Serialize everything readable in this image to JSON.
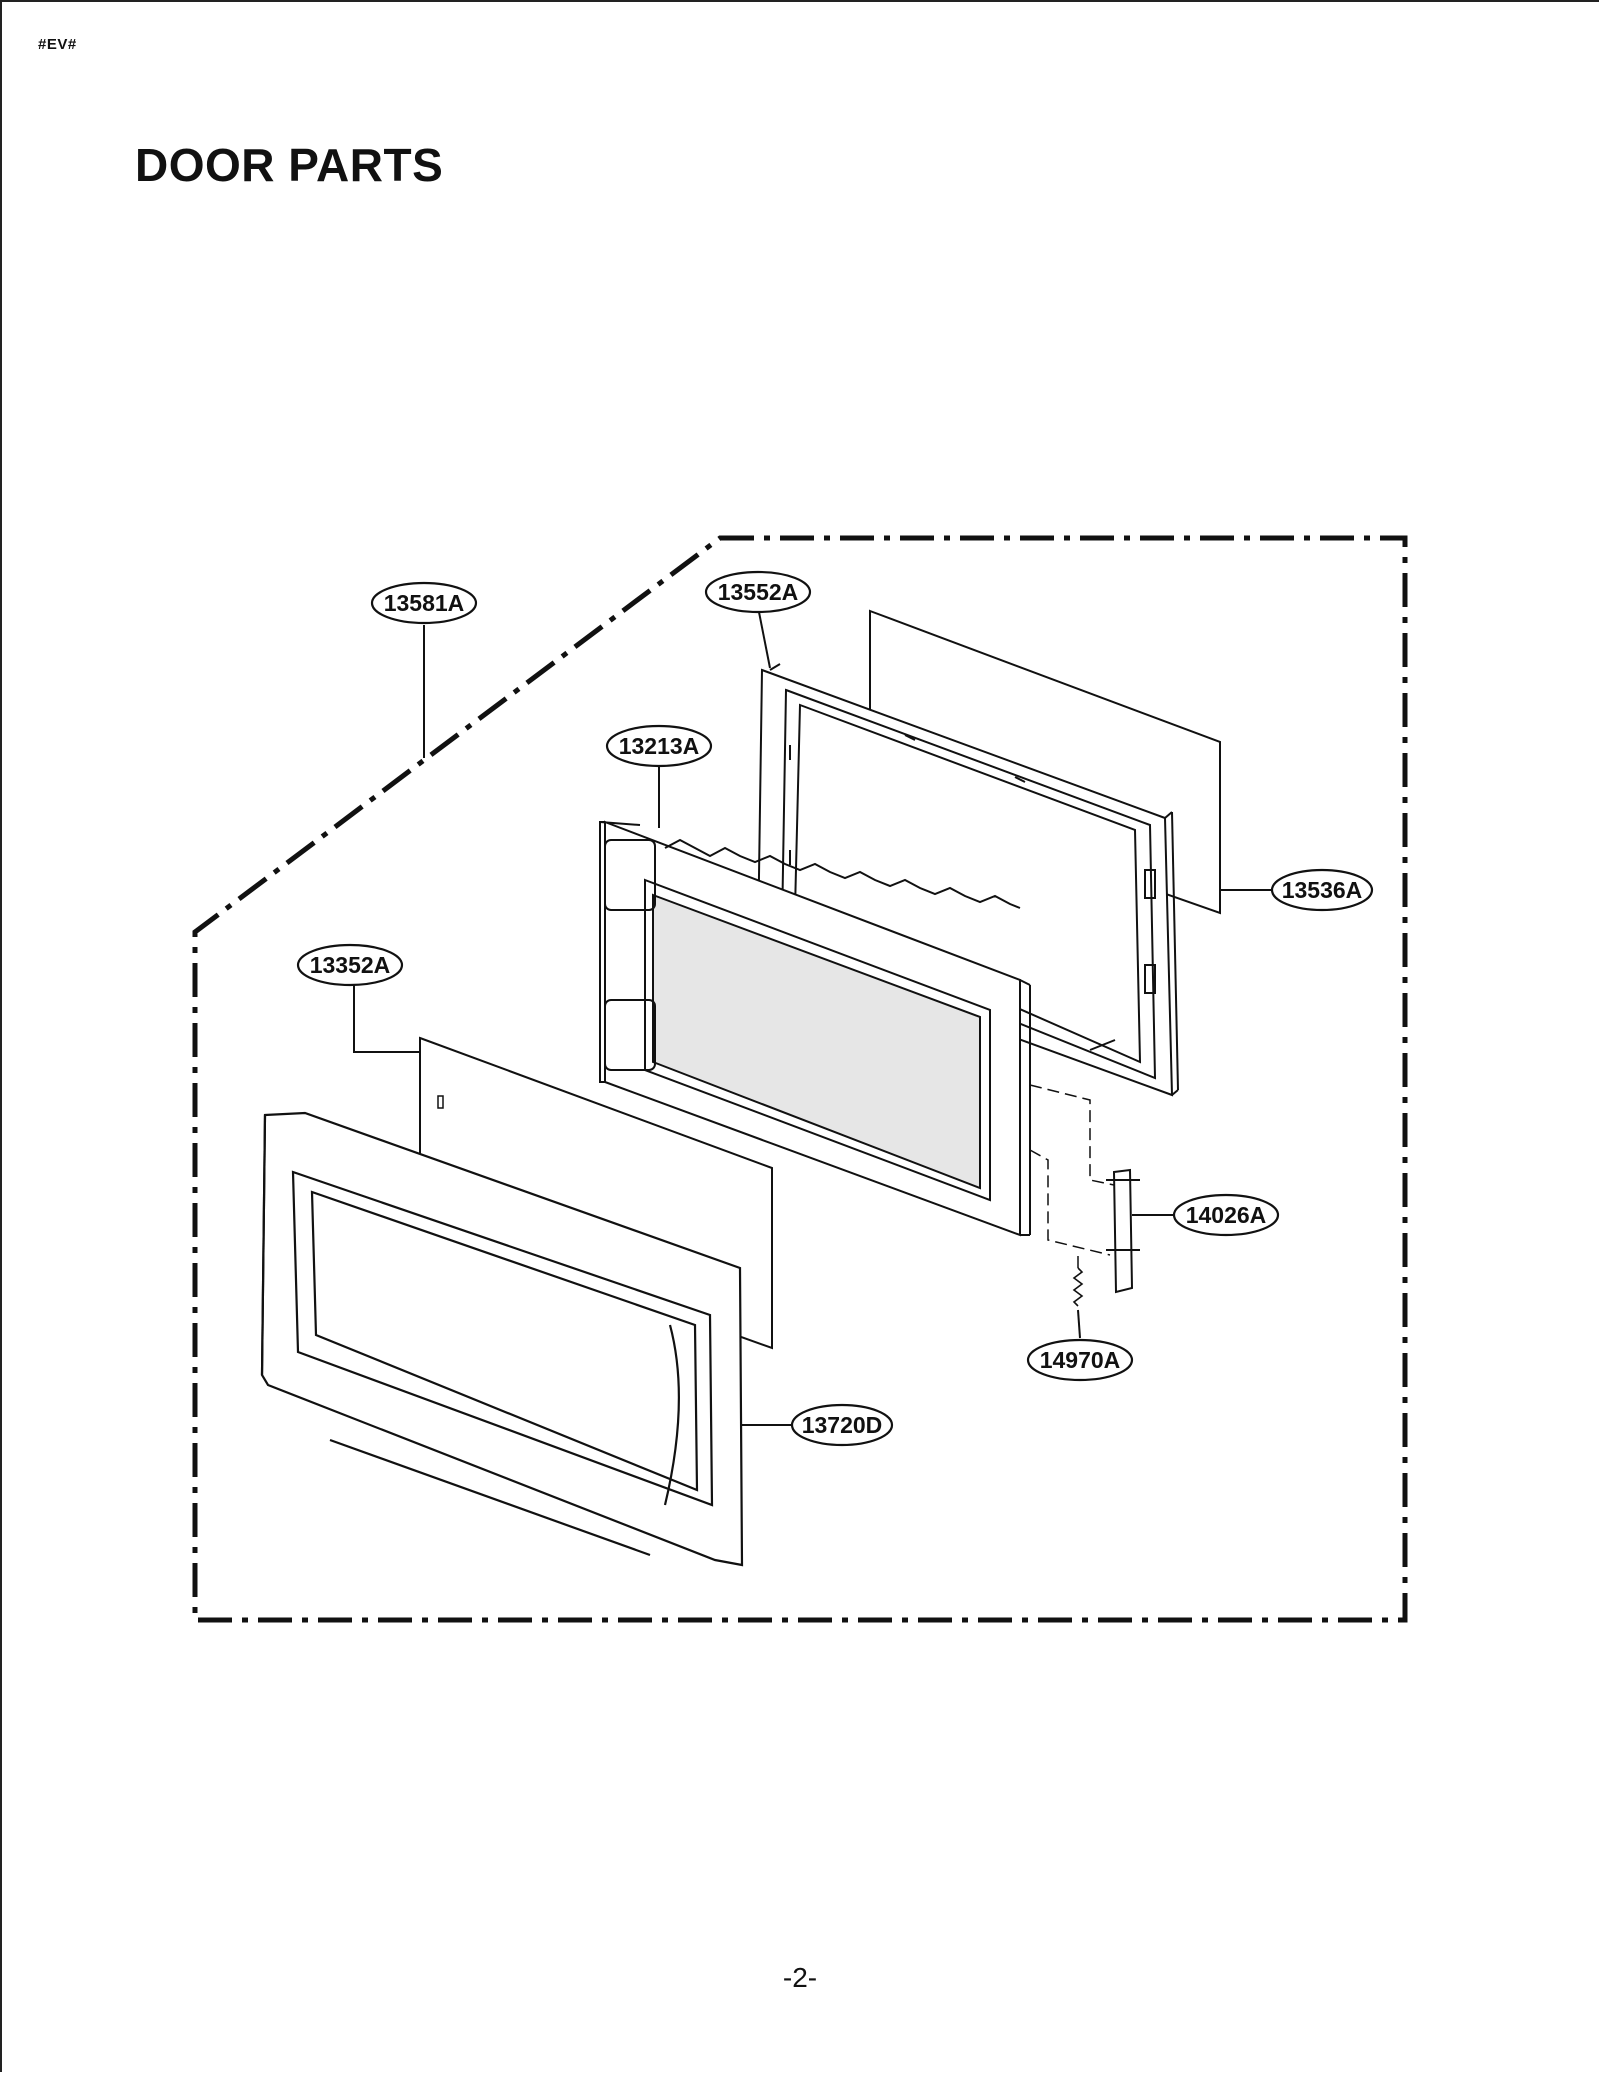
{
  "header": {
    "code": "#EV#",
    "title": "DOOR PARTS"
  },
  "footer": {
    "page": "-2-"
  },
  "callouts": {
    "assembly": "13581A",
    "choke_cover": "13552A",
    "door_frame": "13213A",
    "screen_sheet": "13536A",
    "window_film": "13352A",
    "latch_key": "14026A",
    "spring": "14970A",
    "door_front": "13720D"
  },
  "colors": {
    "line": "#111111",
    "glass": "#e6e6e6"
  }
}
